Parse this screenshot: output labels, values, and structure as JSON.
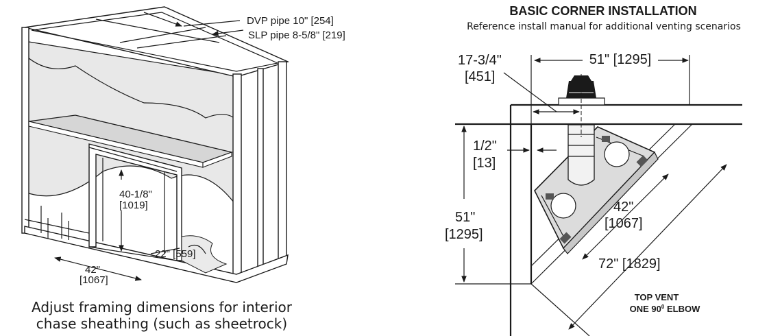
{
  "left_figure": {
    "pipe_label_dvp": "DVP pipe 10\" [254]",
    "pipe_label_slp": "SLP pipe 8-5/8\" [219]",
    "height_in": "40-1/8\"",
    "height_mm": "[1019]",
    "depth": "22\" [559]",
    "width_in": "42\"",
    "width_mm": "[1067]",
    "caption_line1": "Adjust framing dimensions for interior",
    "caption_line2": "chase sheathing (such as sheetrock)"
  },
  "right_figure": {
    "title": "BASIC CORNER INSTALLATION",
    "subtitle": "Reference install manual for additional venting scenarios",
    "offset_in": "17-3/4\"",
    "offset_mm": "[451]",
    "top_width": "51\" [1295]",
    "clearance_in": "1/2\"",
    "clearance_mm": "[13]",
    "side_in": "51\"",
    "side_mm": "[1295]",
    "face_in": "42\"",
    "face_mm": "[1067]",
    "diagonal": "72\" [1829]",
    "vent_line1": "TOP VENT",
    "vent_line2": "ONE 90",
    "vent_sup": "0",
    "vent_line2_end": " ELBOW"
  }
}
